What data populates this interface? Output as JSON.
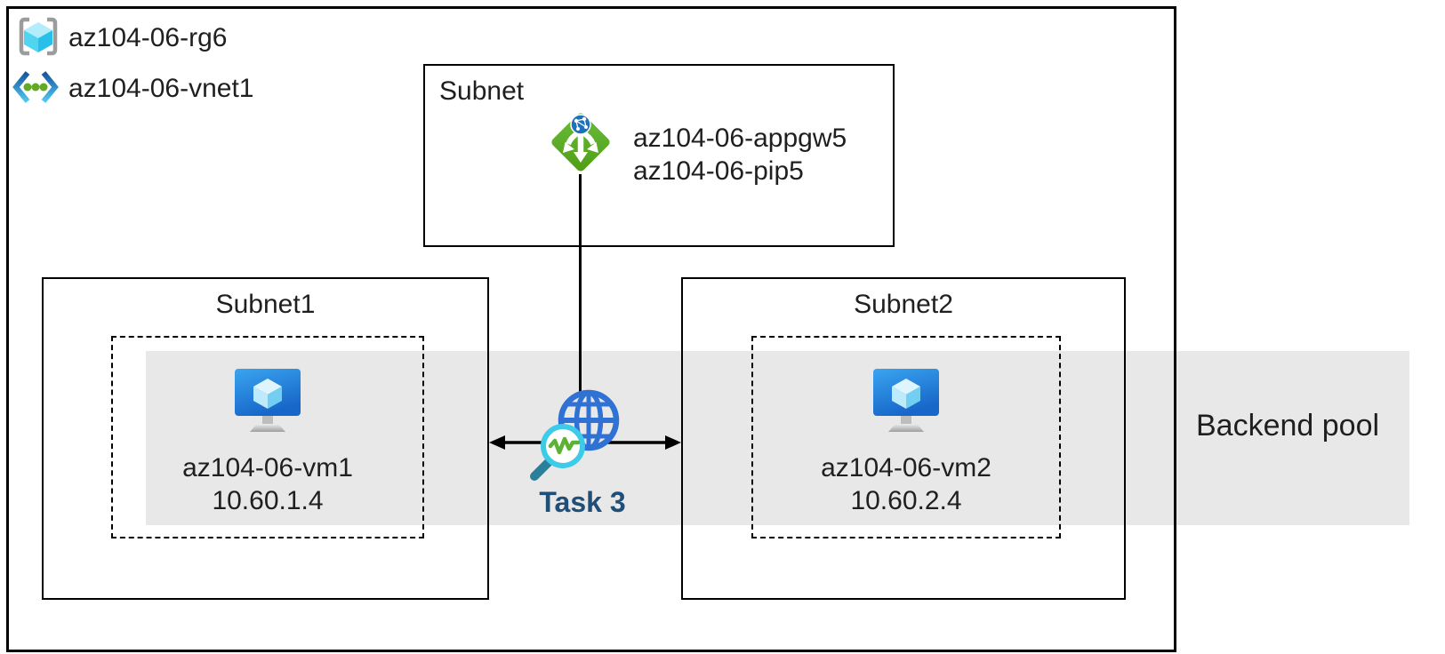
{
  "legend": {
    "resource_group": "az104-06-rg6",
    "vnet": "az104-06-vnet1"
  },
  "gateway_subnet": {
    "title": "Subnet",
    "appgw": "az104-06-appgw5",
    "pip": "az104-06-pip5"
  },
  "subnet1": {
    "title": "Subnet1",
    "vm_name": "az104-06-vm1",
    "vm_ip": "10.60.1.4"
  },
  "subnet2": {
    "title": "Subnet2",
    "vm_name": "az104-06-vm2",
    "vm_ip": "10.60.2.4"
  },
  "annotations": {
    "task": "Task 3",
    "backend_pool": "Backend pool"
  },
  "icons": {
    "resource_group": "resource-group-icon",
    "vnet": "virtual-network-icon",
    "app_gateway": "application-gateway-icon",
    "vm": "virtual-machine-icon",
    "connection_monitor": "globe-magnifier-icon"
  },
  "colors": {
    "backend_band": "#e8e8e8",
    "task_label": "#1f4e79",
    "appgw_green": "#5aa823",
    "vm_blue_top": "#3aa5f0",
    "vm_blue_bottom": "#1766c9",
    "globe_blue": "#2f72d4",
    "magnifier_ring": "#3dcbe8",
    "pulse_green": "#5cb234",
    "line_black": "#000000"
  }
}
